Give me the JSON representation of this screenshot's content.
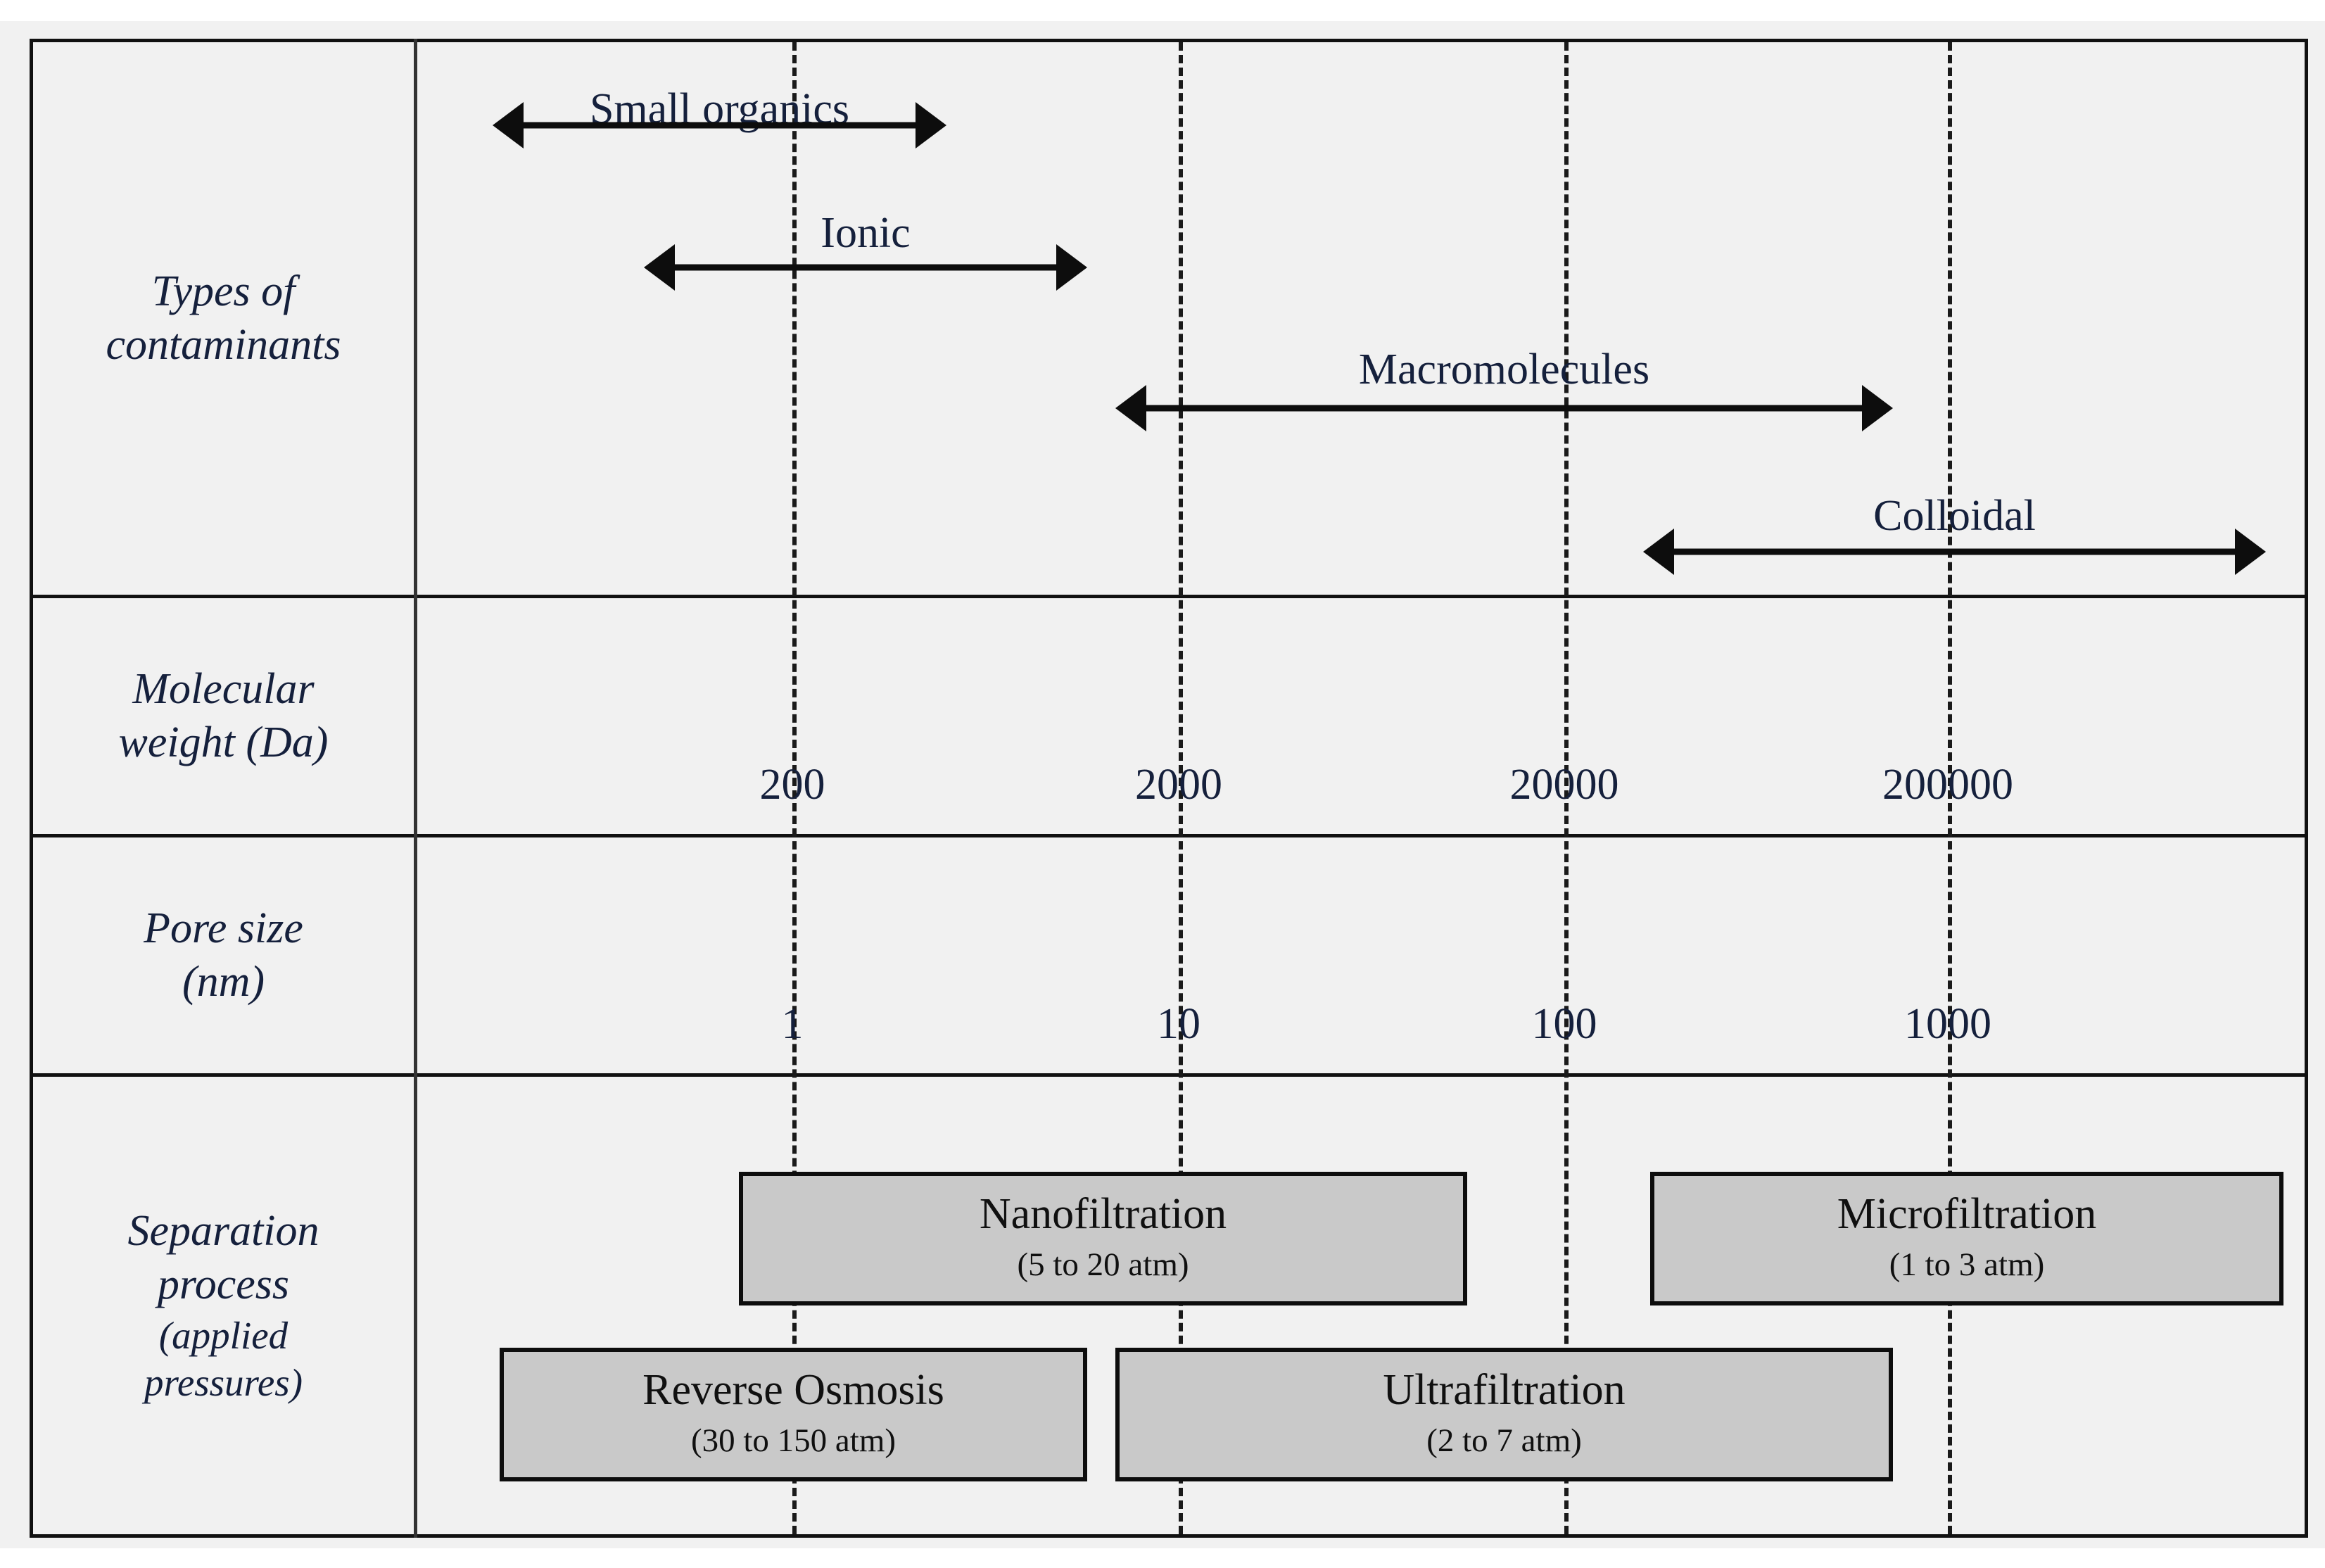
{
  "figure": {
    "type": "membrane-filtration-spectrum-table",
    "row_labels": [
      {
        "line1": "Types of",
        "line2": "contaminants",
        "line3": "",
        "line4": ""
      },
      {
        "line1": "Molecular",
        "line2": "weight (Da)",
        "line3": "",
        "line4": ""
      },
      {
        "line1": "Pore size",
        "line2": "(nm)",
        "line3": "",
        "line4": ""
      },
      {
        "line1": "Separation",
        "line2": "process",
        "line3": "(applied",
        "line4": "pressures)"
      }
    ],
    "contaminants": [
      {
        "label": "Small organics"
      },
      {
        "label": "Ionic"
      },
      {
        "label": "Macromolecules"
      },
      {
        "label": "Colloidal"
      }
    ],
    "molecular_weight": {
      "unit": "Da",
      "values": [
        "200",
        "2000",
        "20000",
        "200000"
      ]
    },
    "pore_size": {
      "unit": "nm",
      "values": [
        "1",
        "10",
        "100",
        "1000"
      ]
    },
    "processes": [
      {
        "name": "Nanofiltration",
        "pressure": "(5 to 20 atm)"
      },
      {
        "name": "Microfiltration",
        "pressure": "(1 to 3 atm)"
      },
      {
        "name": "Reverse Osmosis",
        "pressure": "(30 to 150 atm)"
      },
      {
        "name": "Ultrafiltration",
        "pressure": "(2 to 7 atm)"
      }
    ],
    "colors": {
      "page_background": "#f1f1f1",
      "rule": "#111111",
      "text": "#15203c",
      "box_fill": "#c9c9c9",
      "box_border": "#0d0d0d",
      "arrow": "#0d0d0d"
    }
  }
}
